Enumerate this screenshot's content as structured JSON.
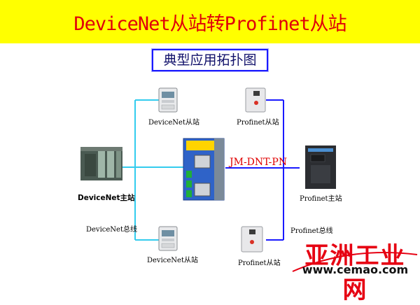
{
  "header": {
    "title": "DeviceNet从站转Profinet从站",
    "subtitle": "典型应用拓扑图"
  },
  "labels": {
    "devicenet_slave_top": "DeviceNet从站",
    "devicenet_slave_bottom": "DeviceNet从站",
    "devicenet_master": "DeviceNet主站",
    "devicenet_bus": "DeviceNet总线",
    "gateway_model": "JM-DNT-PN",
    "profinet_slave_top": "Profinet从站",
    "profinet_slave_bottom": "Profinet从站",
    "profinet_master": "Profinet主站",
    "profinet_bus": "Profinet总线"
  },
  "watermark": {
    "name": "亚洲工业网",
    "url": "www.cemao.com"
  },
  "colors": {
    "banner": "#ffff00",
    "title": "#e0000a",
    "devicenet_line": "#33ccee",
    "profinet_line": "#1a1aff",
    "watermark": "#e60012"
  }
}
